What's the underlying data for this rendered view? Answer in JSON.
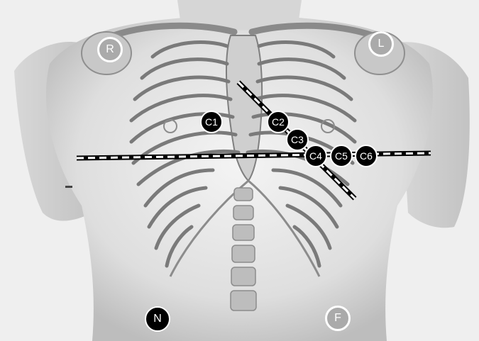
{
  "limb_electrodes": [
    {
      "id": "R",
      "label": "R",
      "style": "light"
    },
    {
      "id": "L",
      "label": "L",
      "style": "light"
    },
    {
      "id": "N",
      "label": "N",
      "style": "dark"
    },
    {
      "id": "F",
      "label": "F",
      "style": "light"
    }
  ],
  "chest_electrodes": [
    {
      "id": "C1",
      "label": "C1"
    },
    {
      "id": "C2",
      "label": "C2"
    },
    {
      "id": "C3",
      "label": "C3"
    },
    {
      "id": "C4",
      "label": "C4"
    },
    {
      "id": "C5",
      "label": "C5"
    },
    {
      "id": "C6",
      "label": "C6"
    }
  ],
  "colors": {
    "background": "#efefef",
    "anatomy_line": "#555555",
    "electrode_dark": "#000000",
    "electrode_light": "#aaaaaa",
    "marker_border": "#ffffff"
  }
}
